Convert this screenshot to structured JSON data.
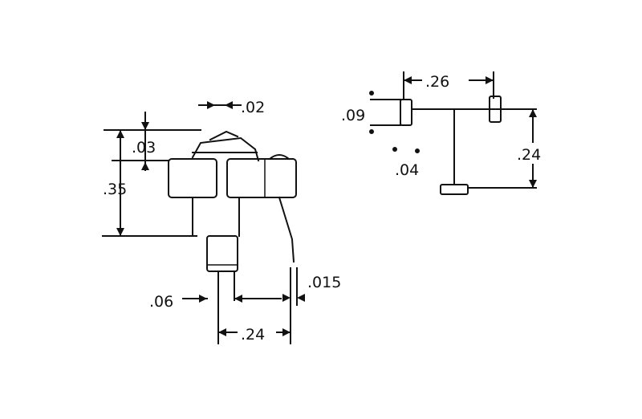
{
  "colors": {
    "ink": "#111111",
    "paper": "#ffffff"
  },
  "dimensions": {
    "side_view": {
      "d_02": ".02",
      "d_03": ".03",
      "d_35": ".35",
      "d_06": ".06",
      "d_015": ".015",
      "d_24": ".24"
    },
    "footprint": {
      "d_26": ".26",
      "d_09": ".09",
      "d_04": ".04",
      "d_24": ".24"
    }
  }
}
